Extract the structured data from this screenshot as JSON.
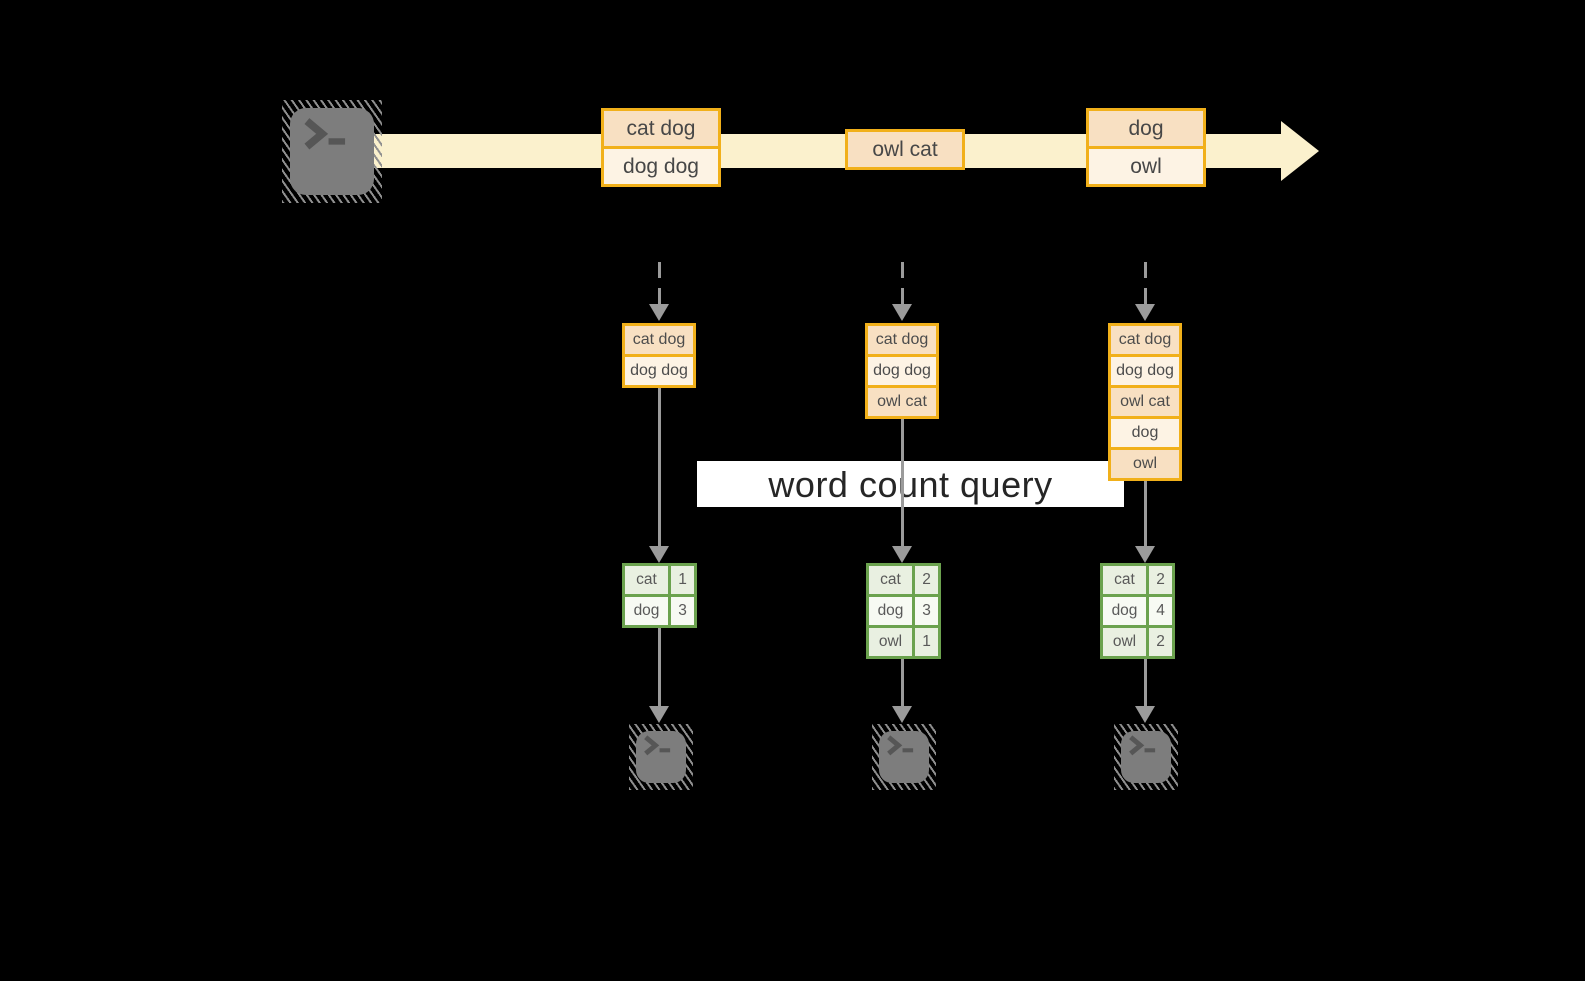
{
  "diagram_title": "word count query",
  "colors": {
    "background": "#000000",
    "stream_band": "#fbf1cd",
    "box_border_amber": "#f1b01a",
    "box_fill_dark_peach": "#f8e0c2",
    "box_fill_light_cream": "#fdf3e4",
    "table_border_green": "#6ba24e",
    "table_cell_green": "#e9f0e1",
    "table_cell_white": "#f7faf3",
    "arrow_gray": "#9b9b9b",
    "terminal_gray": "#7d7d7d",
    "label_background": "#ffffff",
    "label_text": "#262626"
  },
  "source": {
    "icon": "terminal-icon"
  },
  "stream": {
    "events": [
      {
        "rows": [
          "cat dog",
          "dog dog"
        ]
      },
      {
        "rows": [
          "owl cat"
        ]
      },
      {
        "rows": [
          "dog",
          "owl"
        ]
      }
    ]
  },
  "query_label": "word count query",
  "columns": [
    {
      "buffer": [
        "cat dog",
        "dog dog"
      ],
      "counts": [
        {
          "word": "cat",
          "count": "1"
        },
        {
          "word": "dog",
          "count": "3"
        }
      ],
      "sink_icon": "terminal-icon"
    },
    {
      "buffer": [
        "cat dog",
        "dog dog",
        "owl cat"
      ],
      "counts": [
        {
          "word": "cat",
          "count": "2"
        },
        {
          "word": "dog",
          "count": "3"
        },
        {
          "word": "owl",
          "count": "1"
        }
      ],
      "sink_icon": "terminal-icon"
    },
    {
      "buffer": [
        "cat dog",
        "dog dog",
        "owl cat",
        "dog",
        "owl"
      ],
      "counts": [
        {
          "word": "cat",
          "count": "2"
        },
        {
          "word": "dog",
          "count": "4"
        },
        {
          "word": "owl",
          "count": "2"
        }
      ],
      "sink_icon": "terminal-icon"
    }
  ]
}
